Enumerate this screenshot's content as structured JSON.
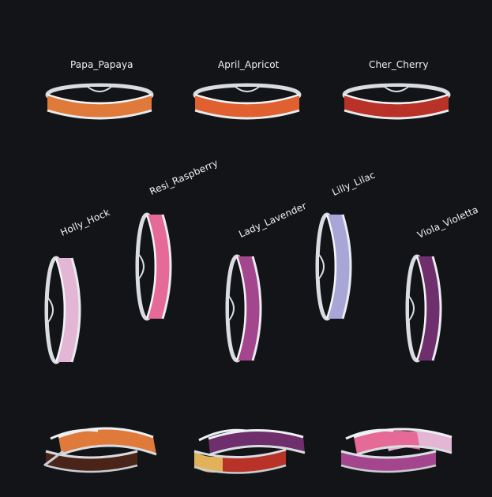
{
  "colors": {
    "background": "#121418",
    "silver": "#c9cdd2",
    "gold": "#e2b25a",
    "brown": "#4a2418",
    "papaya": "#e07a3a",
    "apricot": "#e06030",
    "cherry": "#b83228",
    "hollyhock": "#e3b6d6",
    "raspberry": "#e66a96",
    "lavender": "#a4468e",
    "lilac": "#a8a6d6",
    "violetta": "#6e2f6c"
  },
  "rings": [
    {
      "name": "Papa_Papaya",
      "color_key": "papaya"
    },
    {
      "name": "April_Apricot",
      "color_key": "apricot"
    },
    {
      "name": "Cher_Cherry",
      "color_key": "cherry"
    },
    {
      "name": "Holly_Hock",
      "color_key": "hollyhock"
    },
    {
      "name": "Resi_Raspberry",
      "color_key": "raspberry"
    },
    {
      "name": "Lady_Lavender",
      "color_key": "lavender"
    },
    {
      "name": "Lilly_Lilac",
      "color_key": "lilac"
    },
    {
      "name": "Viola_Violetta",
      "color_key": "violetta"
    }
  ],
  "combos": [
    {
      "colors": [
        "papaya",
        "brown"
      ]
    },
    {
      "colors": [
        "cherry",
        "violetta",
        "gold"
      ]
    },
    {
      "colors": [
        "raspberry",
        "hollyhock",
        "lavender"
      ]
    }
  ]
}
